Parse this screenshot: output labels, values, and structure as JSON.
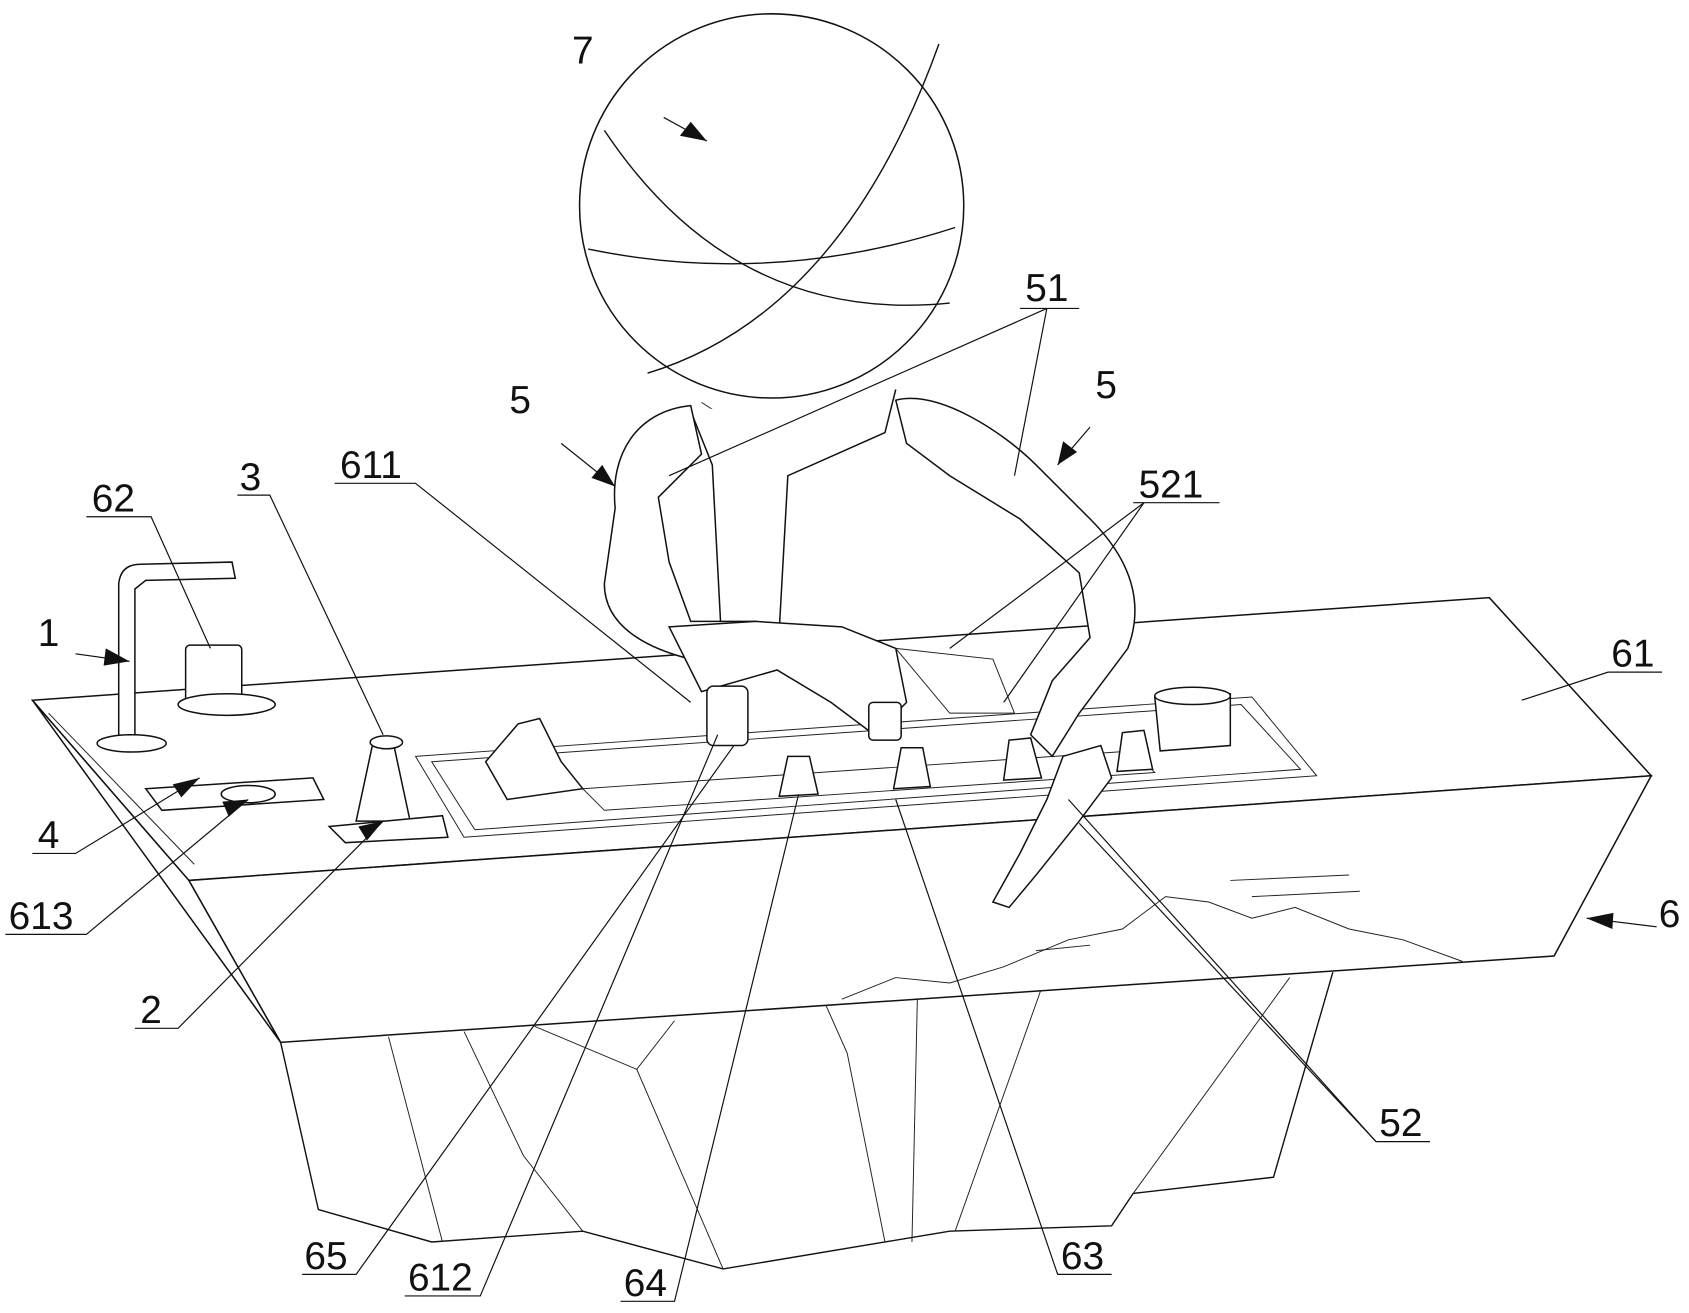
{
  "figure": {
    "type": "patent perspective drawing",
    "labels": [
      {
        "id": "sphere",
        "text": "7"
      },
      {
        "id": "arm-link",
        "text": "51"
      },
      {
        "id": "arm-left",
        "text": "5"
      },
      {
        "id": "arm-right",
        "text": "5"
      },
      {
        "id": "gripper-part",
        "text": "521"
      },
      {
        "id": "groove",
        "text": "611"
      },
      {
        "id": "cup",
        "text": "62"
      },
      {
        "id": "dispenser",
        "text": "3"
      },
      {
        "id": "faucet",
        "text": "1"
      },
      {
        "id": "table-top",
        "text": "61"
      },
      {
        "id": "tray",
        "text": "4"
      },
      {
        "id": "sink-hole",
        "text": "613"
      },
      {
        "id": "dispenser-base",
        "text": "2"
      },
      {
        "id": "table",
        "text": "6"
      },
      {
        "id": "gripper",
        "text": "52"
      },
      {
        "id": "cup-holder",
        "text": "65"
      },
      {
        "id": "slot",
        "text": "612"
      },
      {
        "id": "tea-cup",
        "text": "64"
      },
      {
        "id": "cup-stand",
        "text": "63"
      }
    ]
  }
}
